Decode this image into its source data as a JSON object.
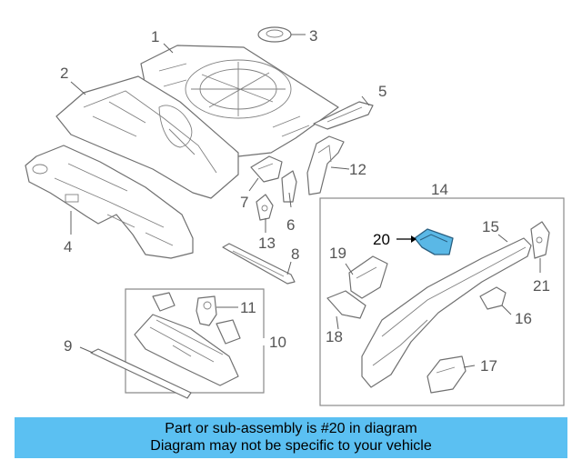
{
  "diagram": {
    "callouts": [
      {
        "id": "1",
        "label": "1"
      },
      {
        "id": "2",
        "label": "2"
      },
      {
        "id": "3",
        "label": "3"
      },
      {
        "id": "4",
        "label": "4"
      },
      {
        "id": "5",
        "label": "5"
      },
      {
        "id": "6",
        "label": "6"
      },
      {
        "id": "7",
        "label": "7"
      },
      {
        "id": "8",
        "label": "8"
      },
      {
        "id": "9",
        "label": "9"
      },
      {
        "id": "10",
        "label": "10"
      },
      {
        "id": "11",
        "label": "11"
      },
      {
        "id": "12",
        "label": "12"
      },
      {
        "id": "13",
        "label": "13"
      },
      {
        "id": "14",
        "label": "14"
      },
      {
        "id": "15",
        "label": "15"
      },
      {
        "id": "16",
        "label": "16"
      },
      {
        "id": "17",
        "label": "17"
      },
      {
        "id": "18",
        "label": "18"
      },
      {
        "id": "19",
        "label": "19"
      },
      {
        "id": "20",
        "label": "20"
      },
      {
        "id": "21",
        "label": "21"
      }
    ],
    "highlighted_part": "20",
    "highlight_color": "#5ab8e6"
  },
  "banner": {
    "line1": "Part or sub-assembly is #20 in diagram",
    "line2": "Diagram may not be specific to your vehicle",
    "background": "#5bc0f2"
  }
}
